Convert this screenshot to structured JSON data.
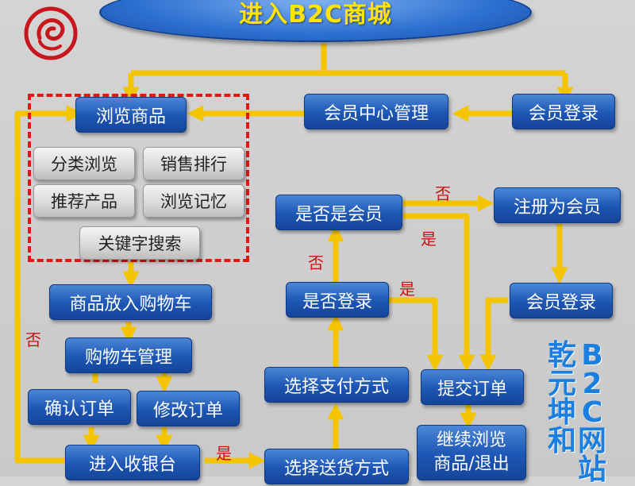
{
  "title": "进入B2C商城",
  "nodes": {
    "browse": "浏览商品",
    "member_center": "会员中心管理",
    "member_login_top": "会员登录",
    "is_member": "是否是会员",
    "register": "注册为会员",
    "is_logged_in": "是否登录",
    "member_login_mid": "会员登录",
    "choose_payment": "选择支付方式",
    "submit_order": "提交订单",
    "add_to_cart": "商品放入购物车",
    "cart_manage": "购物车管理",
    "confirm_order": "确认订单",
    "modify_order": "修改订单",
    "checkout": "进入收银台",
    "choose_delivery": "选择送货方式",
    "continue_line1": "继续浏览",
    "continue_line2": "商品/退出"
  },
  "browse_options": [
    "分类浏览",
    "销售排行",
    "推荐产品",
    "浏览记忆",
    "关键字搜索"
  ],
  "edge_labels": {
    "no_register": "否",
    "yes_member": "是",
    "no_login": "否",
    "yes_login": "是",
    "no_left": "否",
    "yes_checkout": "是"
  },
  "side_text": [
    "B2C网站",
    "乾元坤和"
  ],
  "colors": {
    "node_blue": "#1d56b4",
    "arrow_yellow": "#f5c400",
    "dash_red": "#e01818",
    "label_red": "#d01010",
    "title_yellow": "#ffe600",
    "side_blue": "#1a7fe0"
  }
}
